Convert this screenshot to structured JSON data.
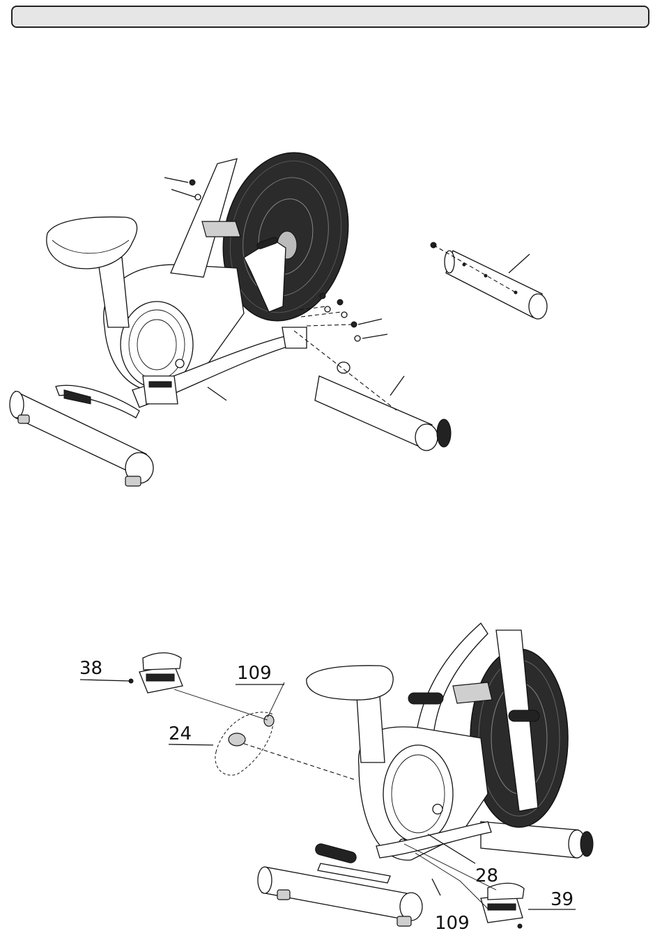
{
  "callouts": {
    "part_38": "38",
    "part_109_top": "109",
    "part_24": "24",
    "part_28": "28",
    "part_39": "39",
    "part_109_bottom": "109"
  },
  "icons": {
    "top_figure": "exercise-bike-frame-assembly-icon",
    "bottom_figure": "exercise-bike-pedal-assembly-icon"
  }
}
